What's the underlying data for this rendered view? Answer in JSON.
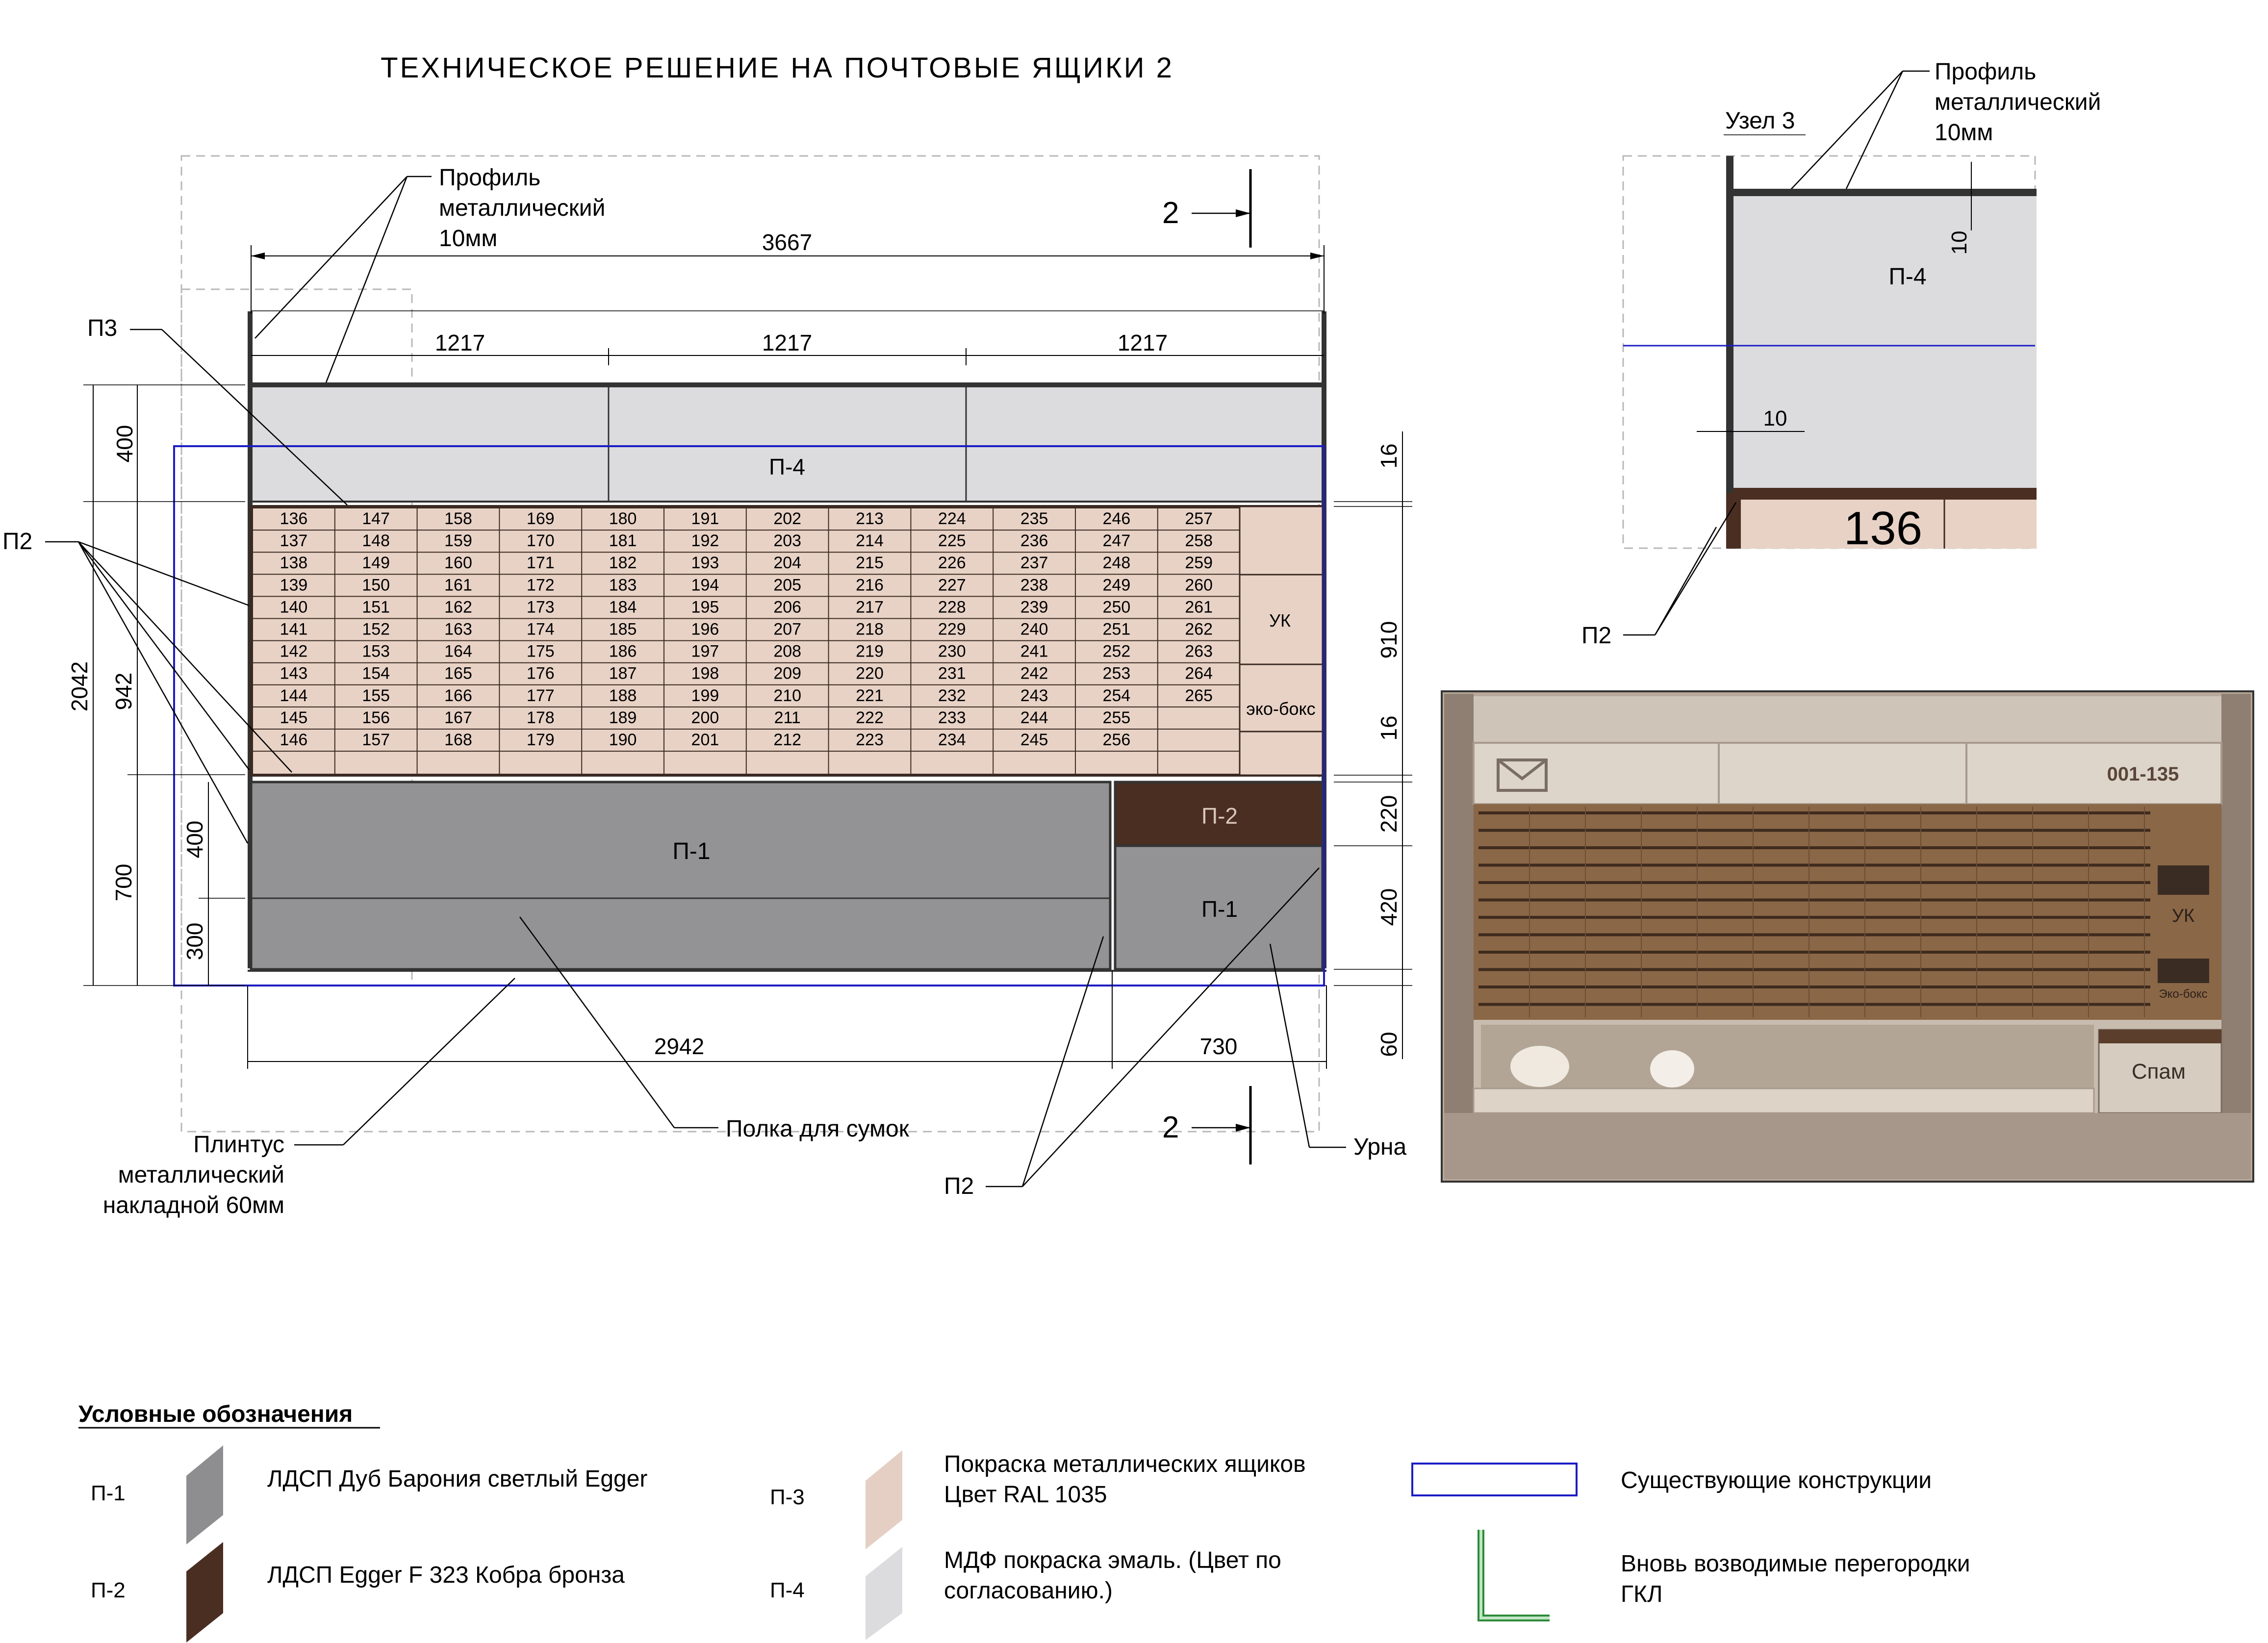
{
  "title": "ТЕХНИЧЕСКОЕ РЕШЕНИЕ НА ПОЧТОВЫЕ ЯЩИКИ 2",
  "callouts": {
    "profile": "Профиль металлический 10мм",
    "p3": "П3",
    "p2": "П2",
    "plinth": "Плинтус металлический накладной 60мм",
    "shelf": "Полка для сумок",
    "bin": "Урна",
    "section": "2"
  },
  "dimensions": {
    "total_width": "3667",
    "top_segments": [
      "1217",
      "1217",
      "1217"
    ],
    "bottom_left": "2942",
    "bottom_right": "730",
    "left_h": [
      "400",
      "2042",
      "942",
      "700",
      "400",
      "300"
    ],
    "right_h": [
      "16",
      "910",
      "16",
      "220",
      "420",
      "60"
    ]
  },
  "panels": {
    "p4": "П-4",
    "p1": "П-1",
    "p2": "П-2",
    "uk": "УК",
    "ecobox": "эко-бокс"
  },
  "mailboxes": {
    "columns": [
      [
        "136",
        "137",
        "138",
        "139",
        "140",
        "141",
        "142",
        "143",
        "144",
        "145",
        "146"
      ],
      [
        "147",
        "148",
        "149",
        "150",
        "151",
        "152",
        "153",
        "154",
        "155",
        "156",
        "157"
      ],
      [
        "158",
        "159",
        "160",
        "161",
        "162",
        "163",
        "164",
        "165",
        "166",
        "167",
        "168"
      ],
      [
        "169",
        "170",
        "171",
        "172",
        "173",
        "174",
        "175",
        "176",
        "177",
        "178",
        "179"
      ],
      [
        "180",
        "181",
        "182",
        "183",
        "184",
        "185",
        "186",
        "187",
        "188",
        "189",
        "190"
      ],
      [
        "191",
        "192",
        "193",
        "194",
        "195",
        "196",
        "197",
        "198",
        "199",
        "200",
        "201"
      ],
      [
        "202",
        "203",
        "204",
        "205",
        "206",
        "207",
        "208",
        "209",
        "210",
        "211",
        "212"
      ],
      [
        "213",
        "214",
        "215",
        "216",
        "217",
        "218",
        "219",
        "220",
        "221",
        "222",
        "223"
      ],
      [
        "224",
        "225",
        "226",
        "227",
        "228",
        "229",
        "230",
        "231",
        "232",
        "233",
        "234"
      ],
      [
        "235",
        "236",
        "237",
        "238",
        "239",
        "240",
        "241",
        "242",
        "243",
        "244",
        "245"
      ],
      [
        "246",
        "247",
        "248",
        "249",
        "250",
        "251",
        "252",
        "253",
        "254",
        "255",
        "256"
      ],
      [
        "257",
        "258",
        "259",
        "260",
        "261",
        "262",
        "263",
        "264",
        "265",
        "",
        ""
      ]
    ]
  },
  "detail": {
    "title": "Узел 3",
    "profile": "Профиль металлический 10мм",
    "panel": "П-4",
    "dim_vertical": "10",
    "dim_horizontal": "10",
    "box_number": "136",
    "p2": "П2"
  },
  "photo": {
    "range_label": "001-135",
    "uk": "УК",
    "ecobox": "Эко-бокс",
    "spam": "Спам"
  },
  "legend": {
    "title": "Условные обозначения",
    "items": [
      {
        "code": "П-1",
        "text": "ЛДСП Дуб Барония светлый Egger",
        "color": "#8e8e90"
      },
      {
        "code": "П-2",
        "text": "ЛДСП Egger F 323 Кобра бронза",
        "color": "#4b2e22"
      },
      {
        "code": "П-3",
        "text": "Покраска металлических ящиков Цвет RAL 1035",
        "color": "#e5cfc4"
      },
      {
        "code": "П-4",
        "text": "МДФ покраска эмаль. (Цвет по согласованию.)",
        "color": "#dcdcde"
      },
      {
        "code": "",
        "text": "Существующие конструкции",
        "color": "#1c1cc4"
      },
      {
        "code": "",
        "text": "Вновь возводимые перегородки ГКЛ",
        "color": "#2e8b3a"
      }
    ]
  },
  "colors": {
    "p1": "#939395",
    "p2": "#4b2e22",
    "p3": "#e8d2c6",
    "p4": "#dcdcde",
    "existing": "#1c1cc4",
    "new_wall": "#2e8b3a"
  }
}
